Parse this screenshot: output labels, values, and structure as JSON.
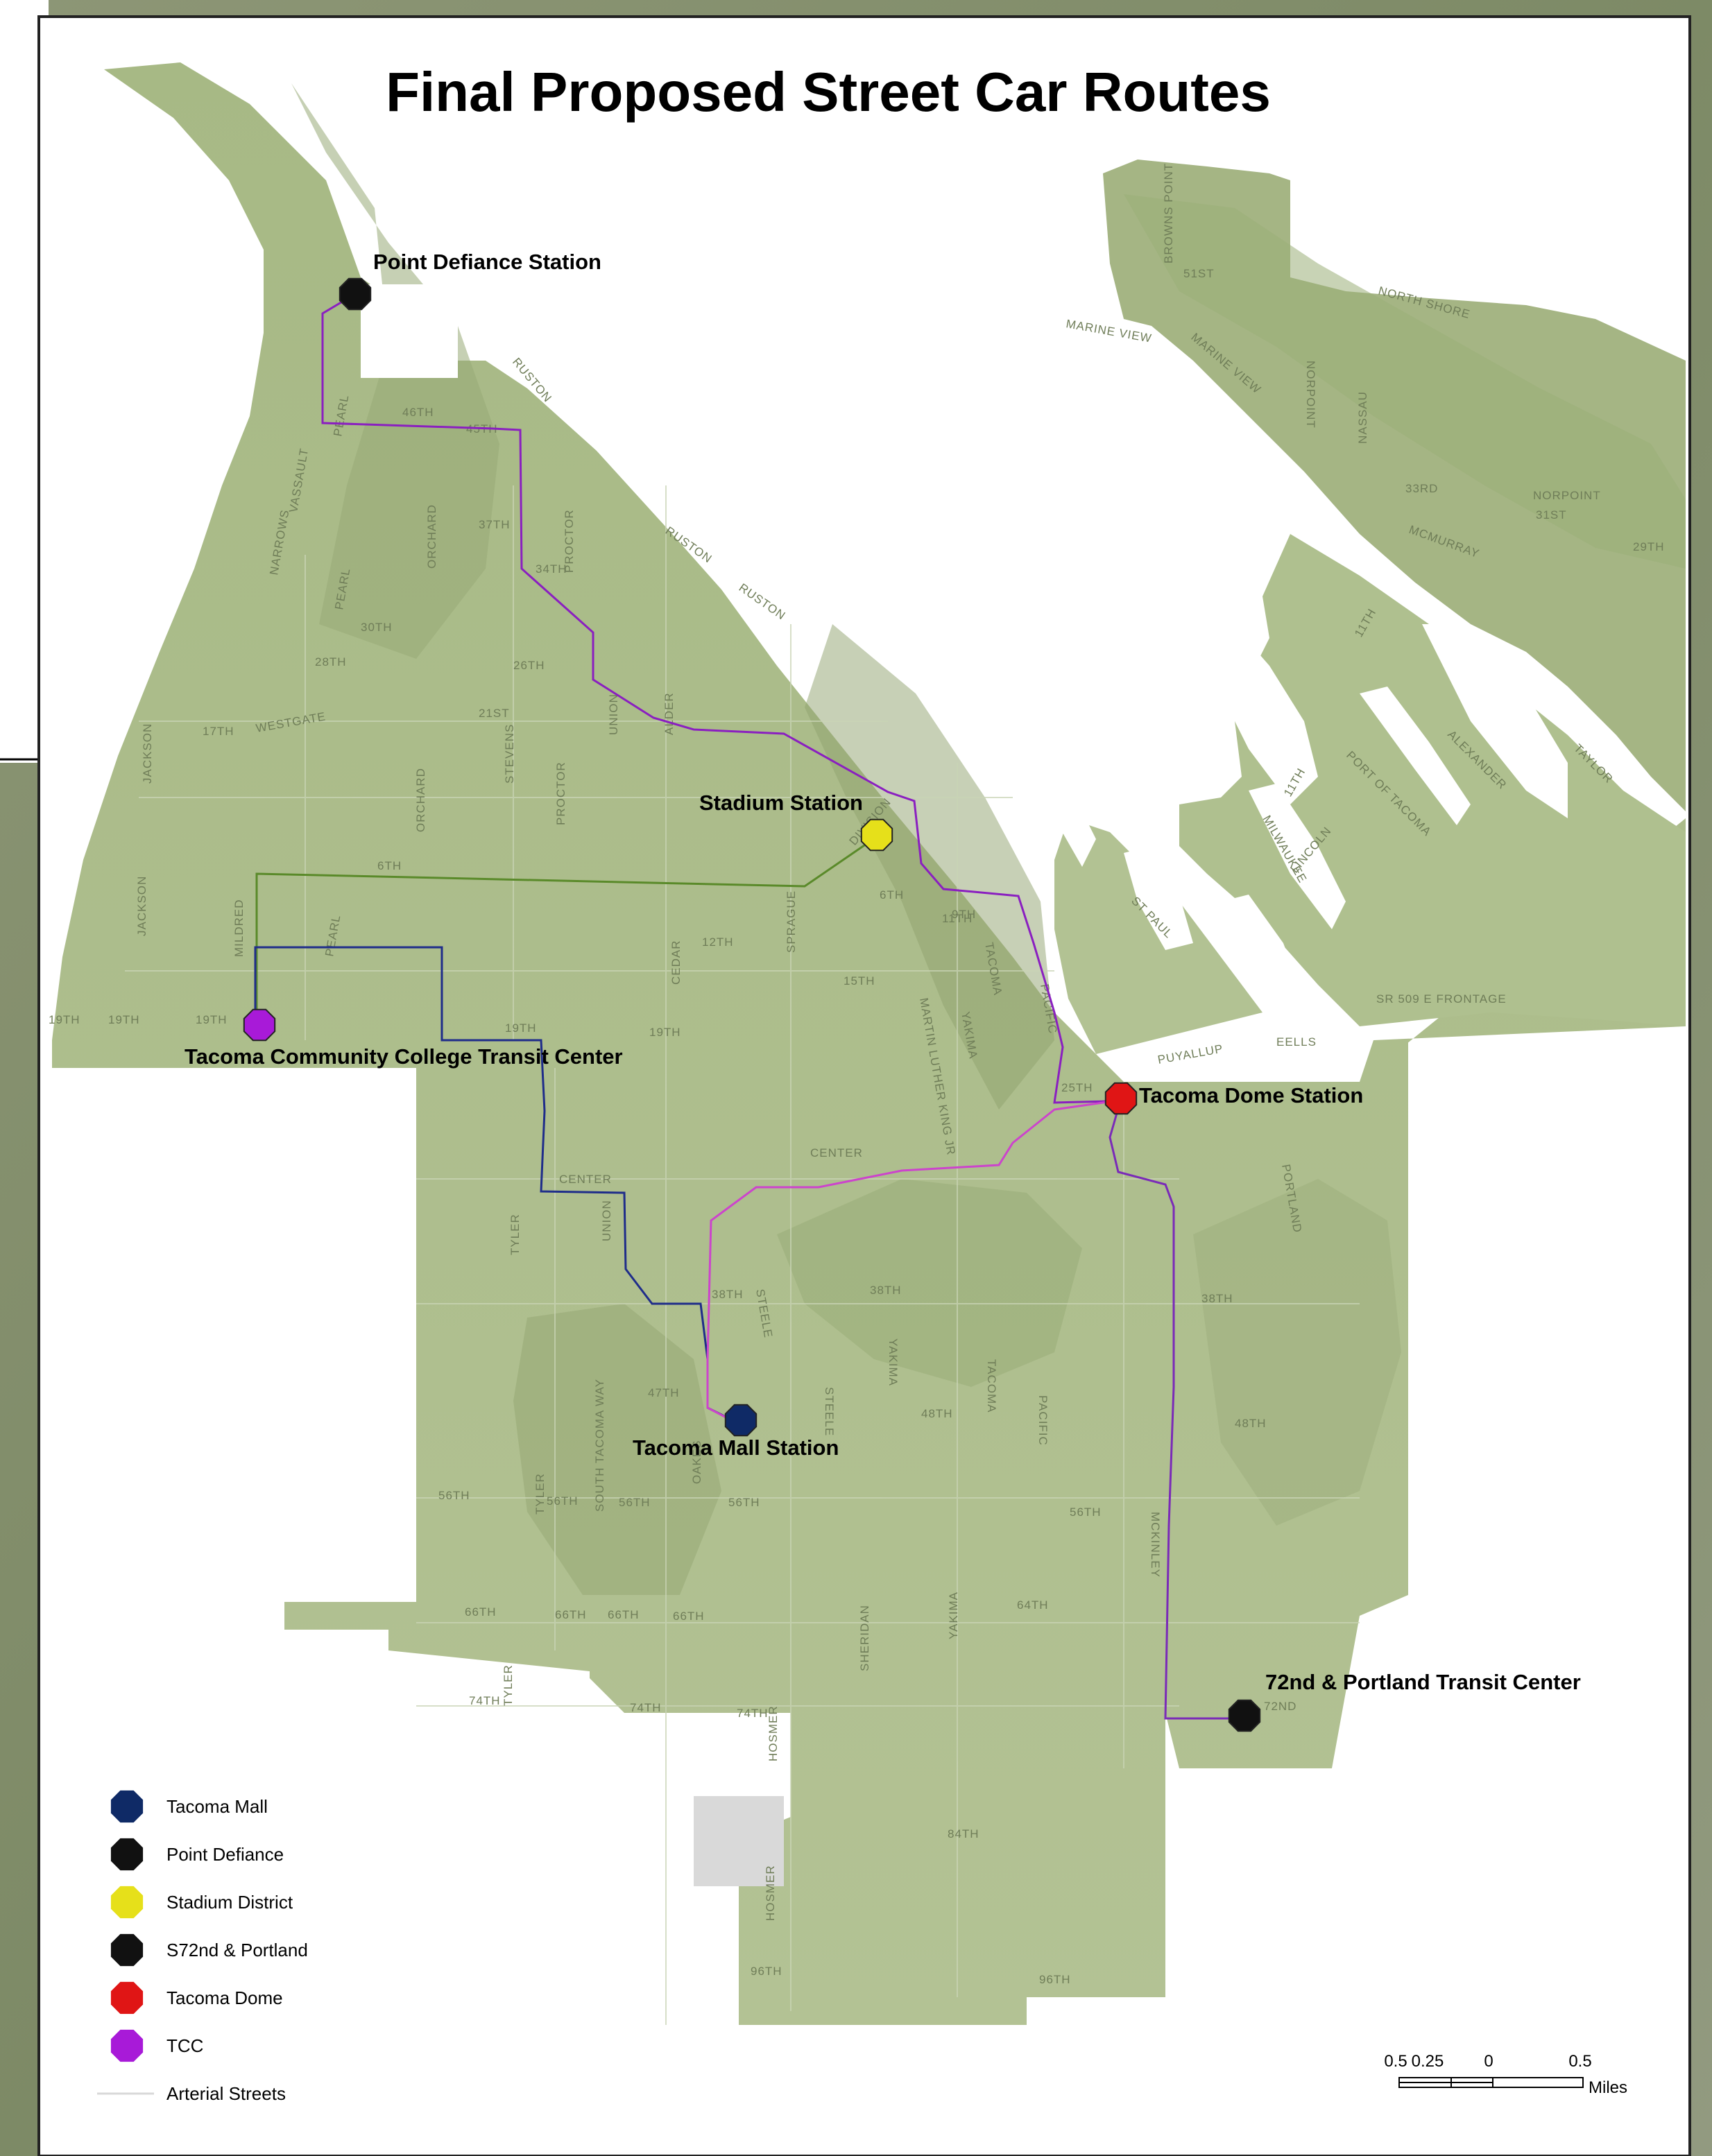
{
  "map": {
    "title": "Final Proposed Street Car Routes",
    "stations": [
      {
        "id": "point-defiance",
        "label": "Point Defiance Station",
        "color": "#111111"
      },
      {
        "id": "stadium",
        "label": "Stadium Station",
        "color": "#e6e01a"
      },
      {
        "id": "tcc",
        "label": "Tacoma Community College Transit Center",
        "color": "#a81ad8"
      },
      {
        "id": "tacoma-dome",
        "label": "Tacoma Dome Station",
        "color": "#e01515"
      },
      {
        "id": "tacoma-mall",
        "label": "Tacoma Mall Station",
        "color": "#0f2a66"
      },
      {
        "id": "s72nd",
        "label": "72nd & Portland Transit Center",
        "color": "#111111"
      }
    ],
    "routes": [
      {
        "name": "Point Defiance to Tacoma Dome",
        "color": "#8a1fc0"
      },
      {
        "name": "Stadium to TCC",
        "color": "#5a8a2a"
      },
      {
        "name": "TCC to Tacoma Mall",
        "color": "#1f2d8a"
      },
      {
        "name": "Tacoma Dome to Tacoma Mall",
        "color": "#cc44cc"
      },
      {
        "name": "Tacoma Dome to 72nd & Portland",
        "color": "#7a2ab8"
      }
    ],
    "street_labels": [
      "46TH",
      "45TH",
      "37TH",
      "34TH",
      "30TH",
      "28TH",
      "26TH",
      "21ST",
      "17TH",
      "WESTGATE",
      "6TH",
      "12TH",
      "15TH",
      "19TH",
      "9TH",
      "CENTER",
      "38TH",
      "47TH",
      "48TH",
      "56TH",
      "66TH",
      "64TH",
      "74TH",
      "84TH",
      "96TH",
      "72ND",
      "25TH",
      "11TH",
      "29TH",
      "51ST",
      "31ST",
      "33RD",
      "PEARL",
      "VASSAULT",
      "NARROWS",
      "ORCHARD",
      "PROCTOR",
      "STEVENS",
      "UNION",
      "ALDER",
      "JACKSON",
      "MILDRED",
      "CEDAR",
      "SPRAGUE",
      "MARTIN LUTHER KING JR",
      "TACOMA",
      "YAKIMA",
      "PACIFIC",
      "MCKINLEY",
      "PORTLAND",
      "TYLER",
      "SOUTH TACOMA WAY",
      "OAKES",
      "STEELE",
      "HOSMER",
      "SHERIDAN",
      "RUSTON",
      "PUYALLUP",
      "EELLS",
      "SR 509 E FRONTAGE",
      "ALEXANDER",
      "TAYLOR",
      "MILWAUKEE",
      "LINCOLN",
      "PORT OF TACOMA",
      "NORTH SHORE",
      "NORPOINT",
      "NASSAU",
      "MCMURRAY",
      "BROWNS POINT",
      "MARINE VIEW",
      "ST PAUL",
      "DIVISION"
    ],
    "scale": {
      "ticks": [
        "0.5",
        "0.25",
        "0",
        "0.5"
      ],
      "unit": "Miles"
    }
  },
  "legend": {
    "items": [
      {
        "label": "Tacoma Mall",
        "color": "#0f2a66",
        "type": "dot"
      },
      {
        "label": "Point Defiance",
        "color": "#111111",
        "type": "dot"
      },
      {
        "label": "Stadium District",
        "color": "#e6e01a",
        "type": "dot"
      },
      {
        "label": "S72nd & Portland",
        "color": "#111111",
        "type": "dot"
      },
      {
        "label": "Tacoma Dome",
        "color": "#e01515",
        "type": "dot"
      },
      {
        "label": "TCC",
        "color": "#a81ad8",
        "type": "dot"
      },
      {
        "label": "Arterial Streets",
        "color": "#d8d8d8",
        "type": "line"
      }
    ]
  }
}
